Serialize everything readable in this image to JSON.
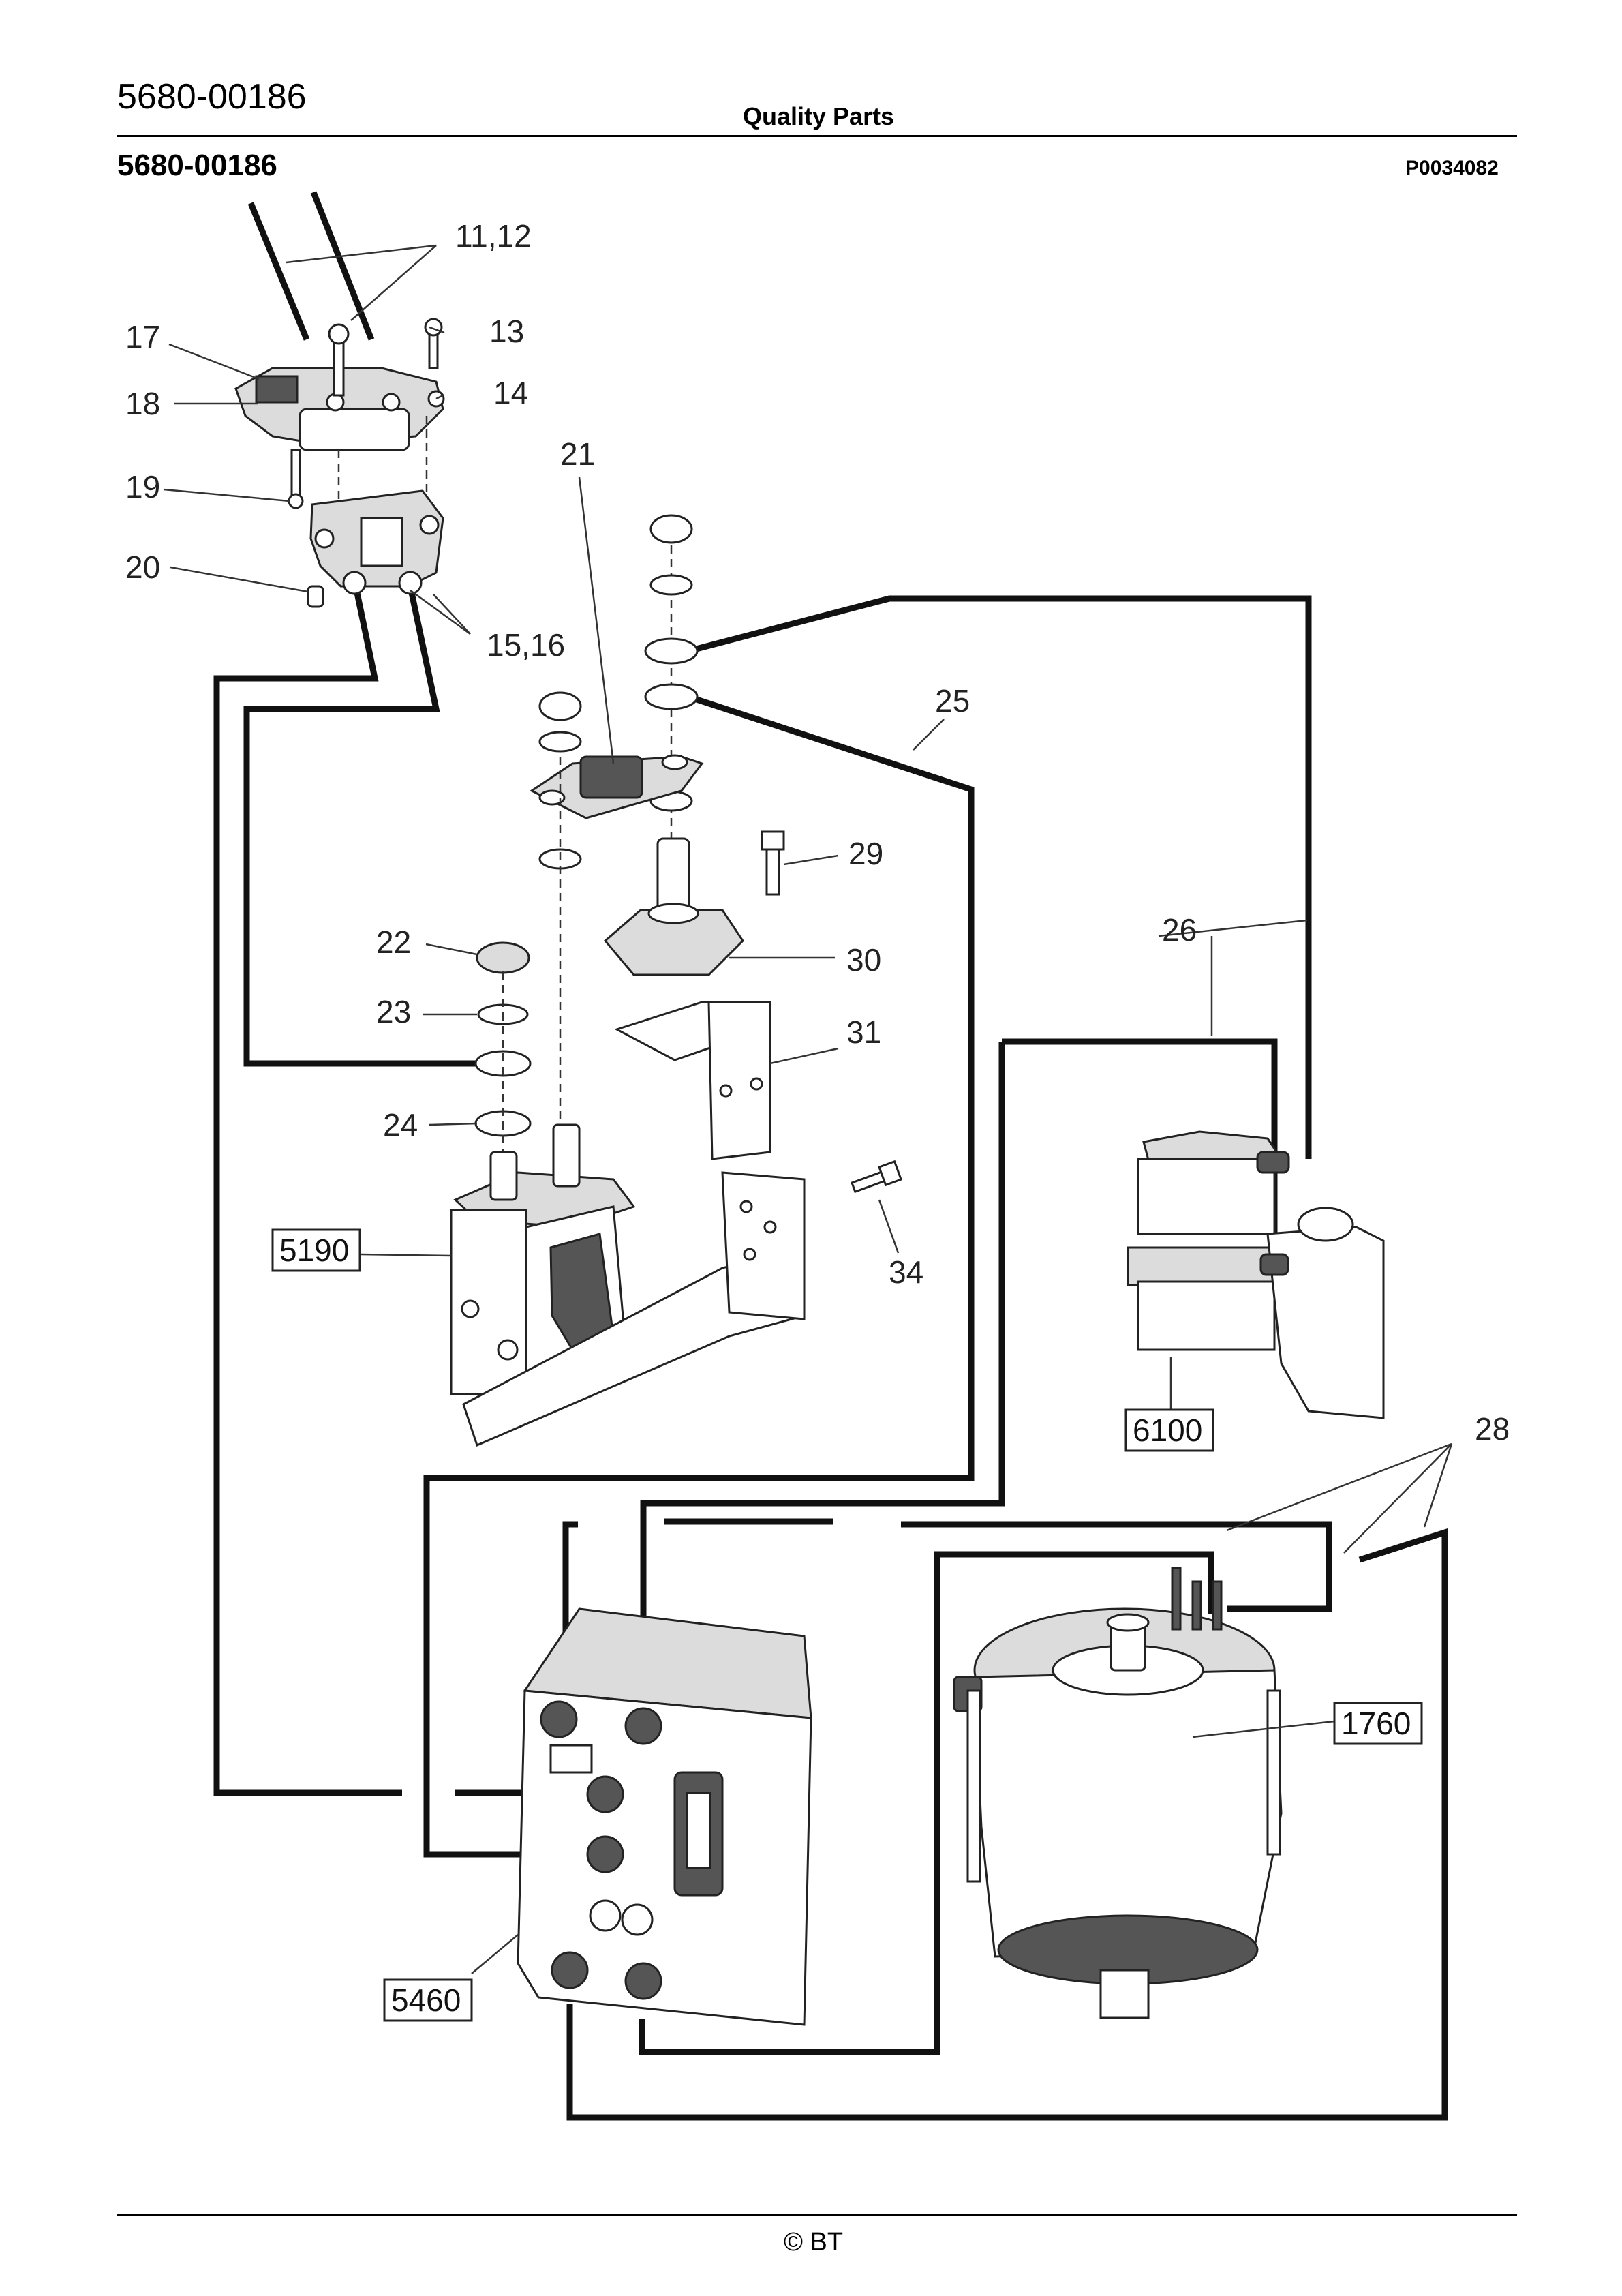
{
  "header": {
    "doc_number": "5680-00186",
    "center_title": "Quality Parts",
    "part_number": "5680-00186",
    "figure_id": "P0034082"
  },
  "footer": {
    "copyright": "© BT"
  },
  "callouts": {
    "c11_12": "11,12",
    "c13": "13",
    "c14": "14",
    "c15_16": "15,16",
    "c17": "17",
    "c18": "18",
    "c19": "19",
    "c20": "20",
    "c21": "21",
    "c22": "22",
    "c23": "23",
    "c24": "24",
    "c25": "25",
    "c26": "26",
    "c28": "28",
    "c29": "29",
    "c30": "30",
    "c31": "31",
    "c34": "34"
  },
  "boxed_labels": {
    "b5190": "5190",
    "b6100": "6100",
    "b5460": "5460",
    "b1760": "1760"
  }
}
